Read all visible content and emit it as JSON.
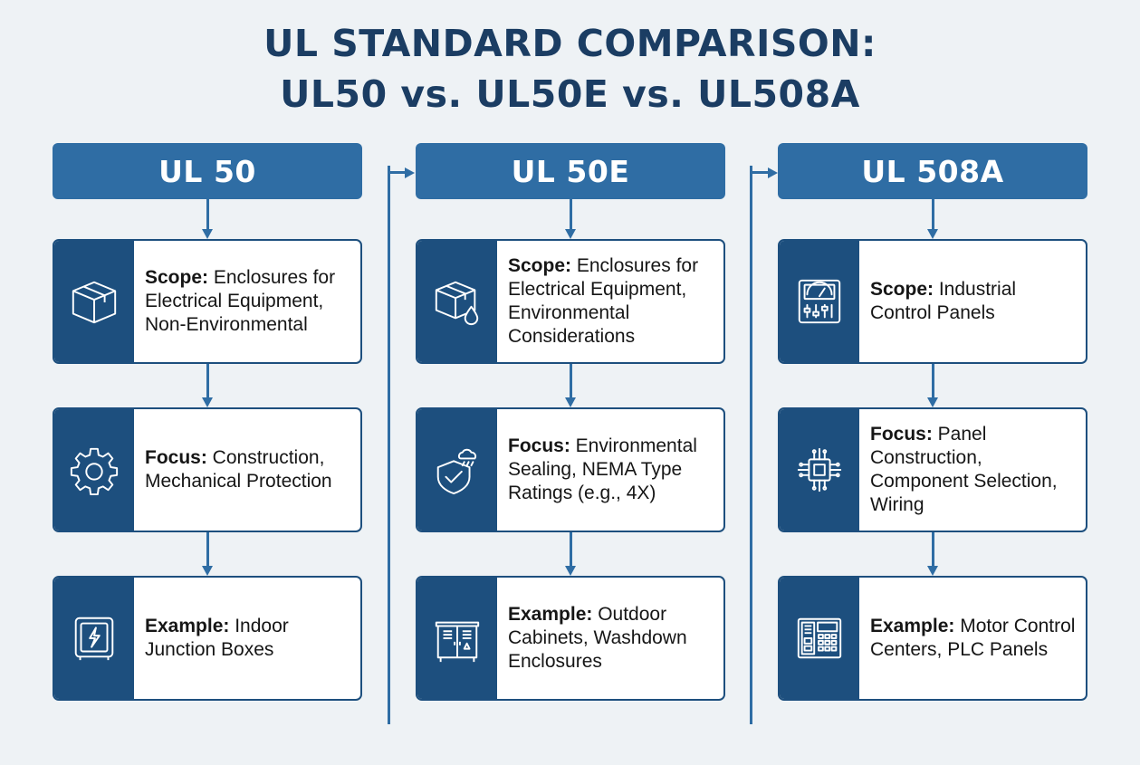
{
  "title": {
    "line1": "UL STANDARD COMPARISON:",
    "line2": "UL50 vs. UL50E vs. UL508A"
  },
  "columns": [
    {
      "header": "UL 50",
      "cards": [
        {
          "label": "Scope:",
          "text": " Enclosures for Electrical Equipment, Non-Environmental",
          "icon": "box-icon"
        },
        {
          "label": "Focus:",
          "text": " Construction, Mechanical Protection",
          "icon": "gear-icon"
        },
        {
          "label": "Example:",
          "text": " Indoor Junction Boxes",
          "icon": "junction-box-icon"
        }
      ]
    },
    {
      "header": "UL 50E",
      "cards": [
        {
          "label": "Scope:",
          "text": " Enclosures for Electrical Equipment, Environmental Considerations",
          "icon": "box-water-drop-icon"
        },
        {
          "label": "Focus:",
          "text": " Environmental Sealing, NEMA Type Ratings (e.g., 4X)",
          "icon": "shield-rain-icon"
        },
        {
          "label": "Example:",
          "text": " Outdoor Cabinets, Washdown Enclosures",
          "icon": "outdoor-cabinet-icon"
        }
      ]
    },
    {
      "header": "UL 508A",
      "cards": [
        {
          "label": "Scope:",
          "text": " Industrial Control Panels",
          "icon": "control-panel-icon"
        },
        {
          "label": "Focus:",
          "text": " Panel Construction, Component Selection, Wiring",
          "icon": "circuit-chip-icon"
        },
        {
          "label": "Example:",
          "text": " Motor Control Centers, PLC Panels",
          "icon": "plc-panel-icon"
        }
      ]
    }
  ],
  "colors": {
    "header": "#2f6da4",
    "icon_panel": "#1d4f7e",
    "title": "#1b3d63",
    "background": "#eef2f5"
  }
}
